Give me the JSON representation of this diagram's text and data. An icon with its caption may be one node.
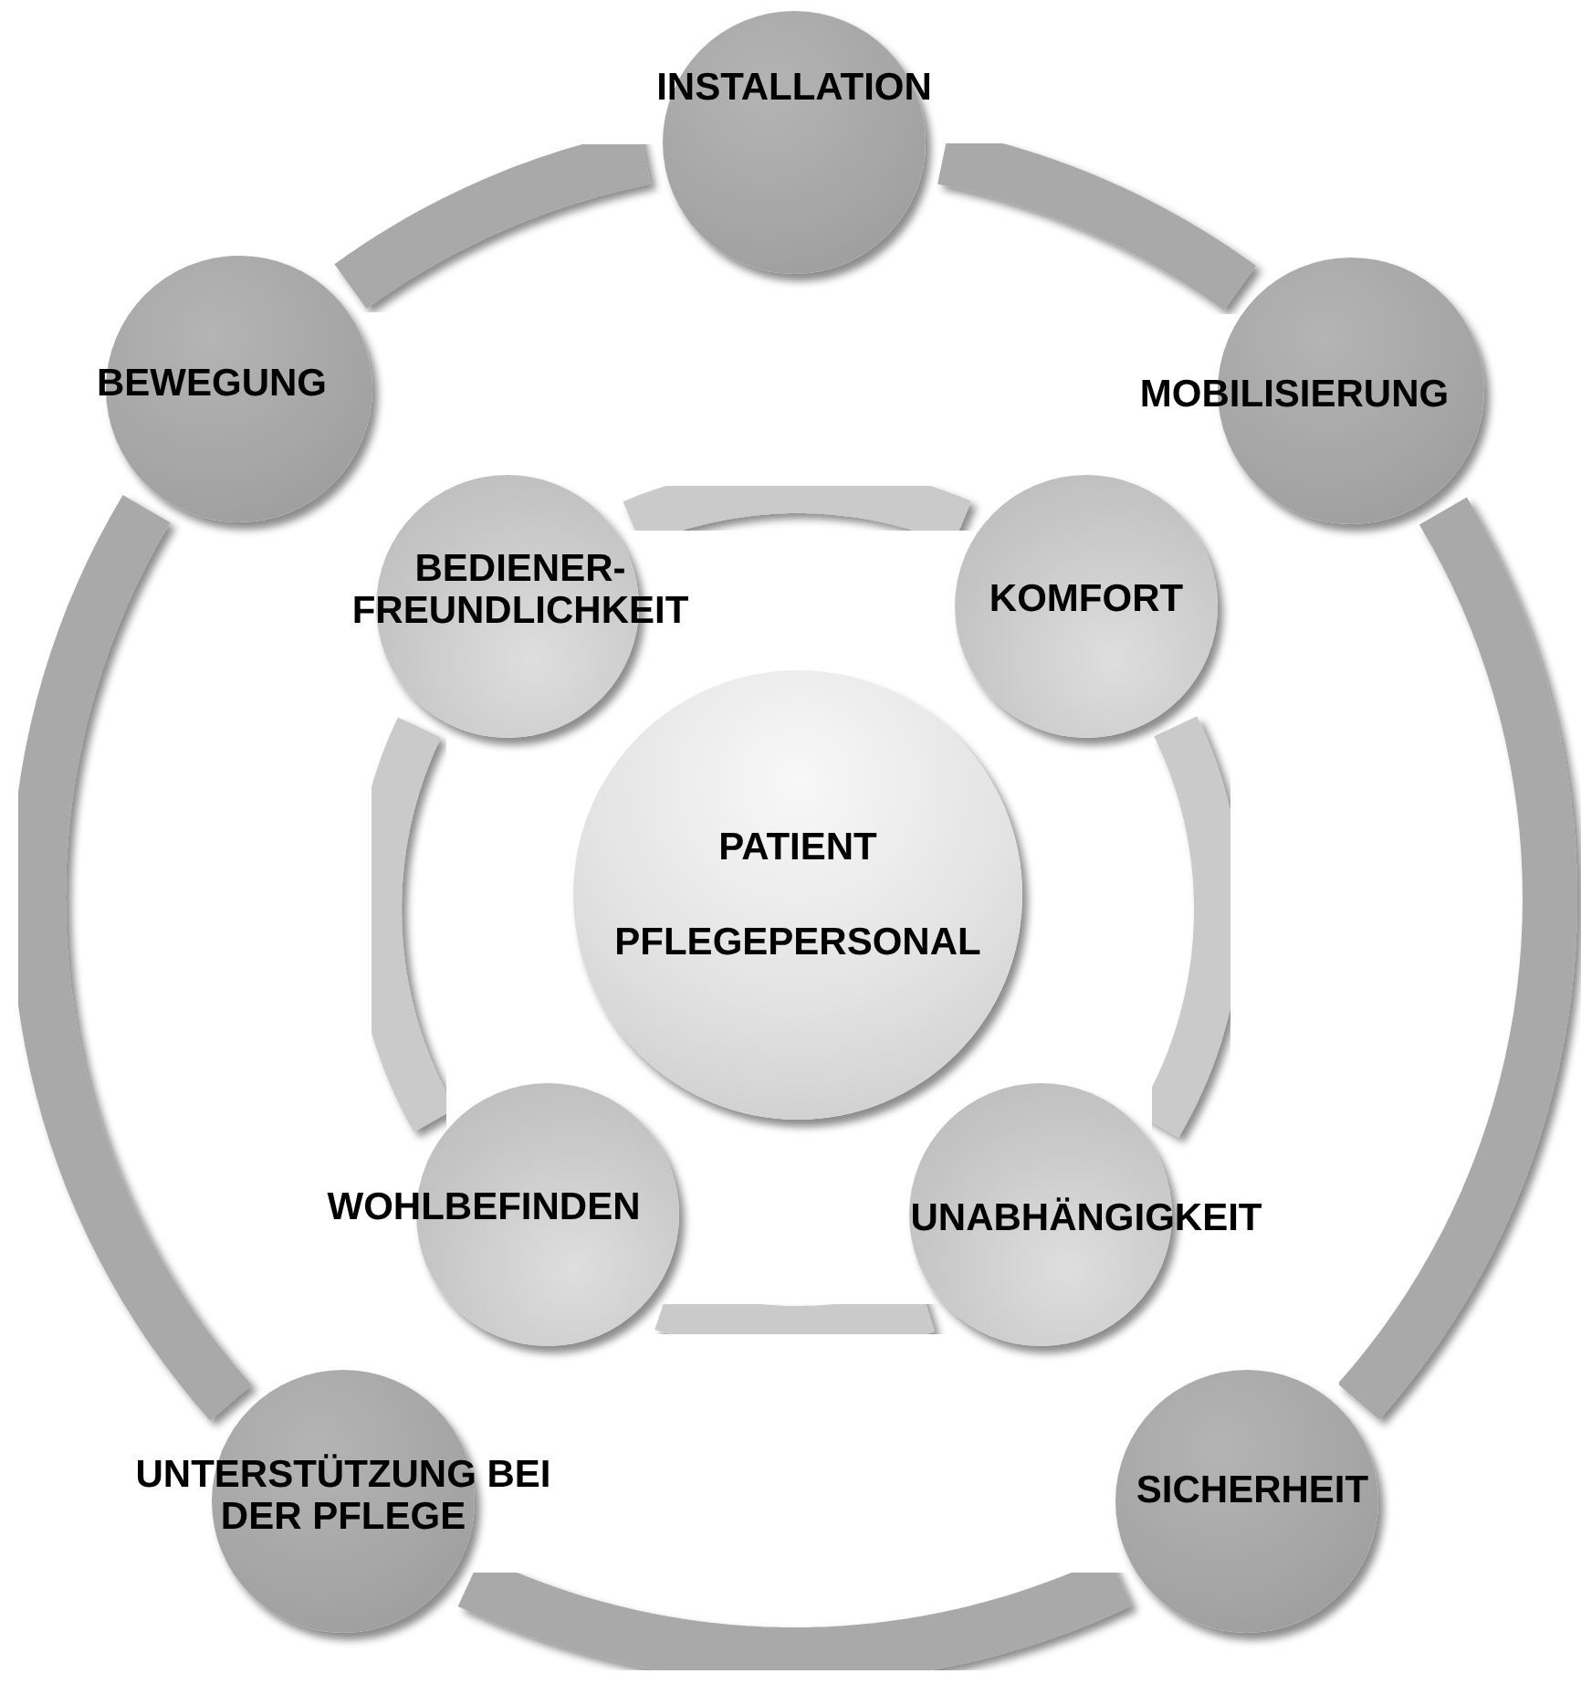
{
  "diagram": {
    "nodes": [
      {
        "text": [
          "INSTALLATION"
        ]
      },
      {
        "text": [
          "BEWEGUNG"
        ]
      },
      {
        "text": [
          "MOBILISIERUNG"
        ]
      },
      {
        "text": [
          "BEDIENER- FREUNDLICHKEIT"
        ]
      },
      {
        "text": [
          "KOMFORT"
        ]
      },
      {
        "text": [
          "PATIENT",
          "PFLEGEPERSONAL"
        ]
      },
      {
        "text": [
          "WOHLBEFINDEN"
        ]
      },
      {
        "text": [
          "UNABHÄNGIGKEIT"
        ]
      },
      {
        "text": [
          "UNTERSTÜTZUNG BEI DER PFLEGE"
        ]
      },
      {
        "text": [
          "SICHERHEIT"
        ]
      }
    ],
    "edges": [
      {
        "from": 0,
        "to": 2,
        "arrow": "none"
      },
      {
        "from": 2,
        "to": 9,
        "arrow": "none"
      },
      {
        "from": 9,
        "to": 8,
        "arrow": "none"
      },
      {
        "from": 8,
        "to": 1,
        "arrow": "none"
      },
      {
        "from": 1,
        "to": 0,
        "arrow": "none"
      },
      {
        "from": 3,
        "to": 4,
        "arrow": "none",
        "color": "#cacaca"
      },
      {
        "from": 4,
        "to": 7,
        "arrow": "none",
        "color": "#cacaca"
      },
      {
        "from": 7,
        "to": 6,
        "arrow": "none",
        "color": "#cacaca"
      },
      {
        "from": 6,
        "to": 3,
        "arrow": "none",
        "color": "#cacaca"
      }
    ]
  }
}
